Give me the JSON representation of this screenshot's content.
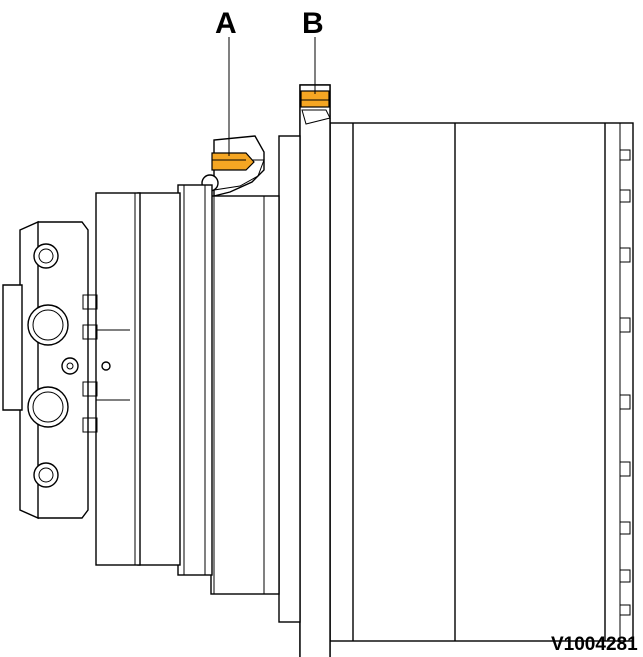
{
  "labels": {
    "a": "A",
    "b": "B"
  },
  "reference_code": "V1004281",
  "colors": {
    "highlight": "#F5A623",
    "line": "#000000",
    "background": "#FFFFFF"
  },
  "icons": {
    "hatch": "cross-hatch-pattern"
  }
}
